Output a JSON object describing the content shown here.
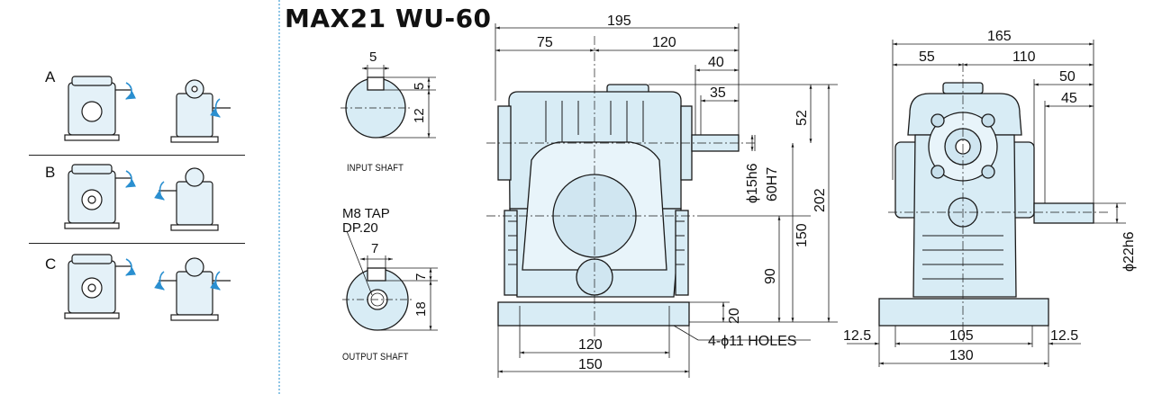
{
  "title": "MAX21 WU-60",
  "arrangements": [
    {
      "label": "A"
    },
    {
      "label": "B"
    },
    {
      "label": "C"
    }
  ],
  "input_shaft": {
    "caption": "INPUT SHAFT",
    "key_width": "5",
    "key_depth": "5",
    "half_dia": "12"
  },
  "output_shaft": {
    "caption": "OUTPUT SHAFT",
    "tap": "M8 TAP",
    "depth": "DP.20",
    "key_width": "7",
    "key_depth": "7",
    "half_dia": "18"
  },
  "front_view": {
    "overall": "195",
    "left_part": "75",
    "right_part": "120",
    "shaft_out": "40",
    "key_len": "35",
    "top_to_axis": "52",
    "shaft_dia": "ϕ15h6",
    "bore": "60H7",
    "center_dist": "150",
    "height": "202",
    "axis_height": "90",
    "foot_thick": "20",
    "holes": "4-ϕ11 HOLES",
    "foot_inner": "120",
    "foot_outer": "150"
  },
  "side_view": {
    "overall": "165",
    "left_part": "55",
    "right_part": "110",
    "shaft_out": "50",
    "key_len": "45",
    "shaft_dia": "ϕ22h6",
    "edge_left": "12.5",
    "foot_inner": "105",
    "edge_right": "12.5",
    "foot_outer": "130"
  },
  "colors": {
    "body_fill": "#d8ecf5",
    "line": "#1a1a1a",
    "arrow_accent": "#2a8fd0",
    "divider": "#8fc6e6"
  }
}
